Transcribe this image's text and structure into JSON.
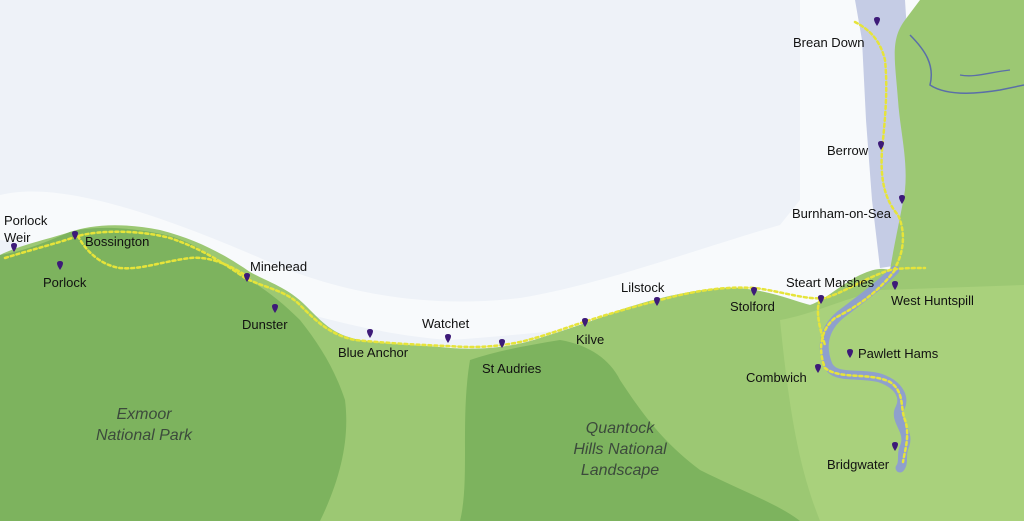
{
  "map": {
    "colors": {
      "sea": "#eef2f8",
      "land": "#9cc873",
      "land_dark": "#7db35e",
      "river": "#8fa0cc",
      "path": "#e6e43a",
      "marker": "#3d1a78"
    },
    "places": {
      "porlock_weir": "Porlock\nWeir",
      "porlock": "Porlock",
      "bossington": "Bossington",
      "minehead": "Minehead",
      "dunster": "Dunster",
      "blue_anchor": "Blue Anchor",
      "watchet": "Watchet",
      "st_audries": "St Audries",
      "kilve": "Kilve",
      "lilstock": "Lilstock",
      "stolford": "Stolford",
      "steart_marshes": "Steart Marshes",
      "west_huntspill": "West Huntspill",
      "pawlett_hams": "Pawlett Hams",
      "combwich": "Combwich",
      "bridgwater": "Bridgwater",
      "burnham_on_sea": "Burnham-on-Sea",
      "berrow": "Berrow",
      "brean_down": "Brean Down"
    },
    "regions": {
      "exmoor": "Exmoor\nNational Park",
      "quantock": "Quantock\nHills National\nLandscape"
    }
  }
}
